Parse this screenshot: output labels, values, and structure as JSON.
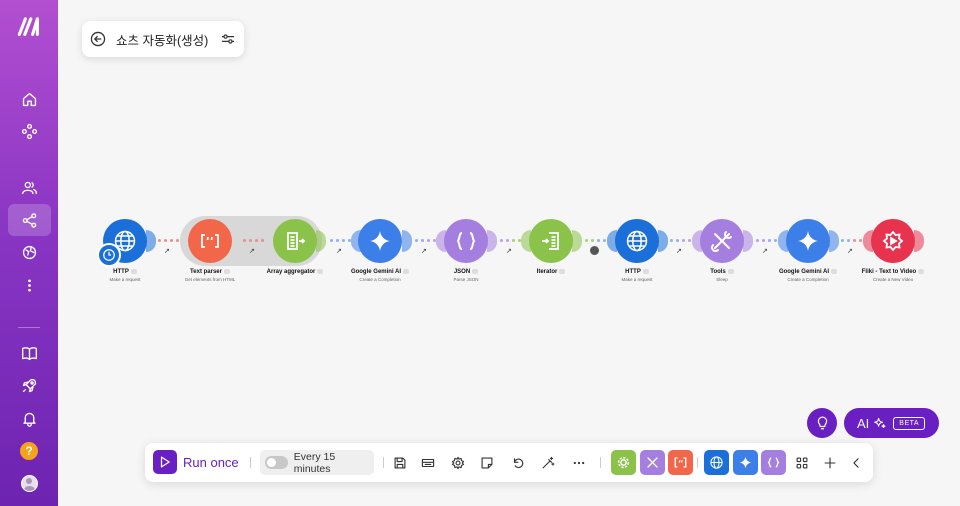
{
  "scenario": {
    "title": "쇼츠 자동화(생성)"
  },
  "modules": [
    {
      "name": "HTTP",
      "sub": "Make a request",
      "color": "#1a6fd8",
      "icon": "globe-icon"
    },
    {
      "name": "Text parser",
      "sub": "Get elements from HTML",
      "color": "#f2664a",
      "icon": "text-parser-icon"
    },
    {
      "name": "Array aggregator",
      "sub": "",
      "color": "#8ac24a",
      "icon": "aggregator-icon"
    },
    {
      "name": "Google Gemini AI",
      "sub": "Create a Completion",
      "color": "#3d7fe8",
      "icon": "gemini-icon"
    },
    {
      "name": "JSON",
      "sub": "Parse JSON",
      "color": "#a47fe0",
      "icon": "json-icon"
    },
    {
      "name": "Iterator",
      "sub": "",
      "color": "#8ac24a",
      "icon": "iterator-icon"
    },
    {
      "name": "HTTP",
      "sub": "Make a request",
      "color": "#1a6fd8",
      "icon": "globe-icon"
    },
    {
      "name": "Tools",
      "sub": "Sleep",
      "color": "#a47fe0",
      "icon": "tools-icon"
    },
    {
      "name": "Google Gemini AI",
      "sub": "Create a Completion",
      "color": "#3d7fe8",
      "icon": "gemini-icon"
    },
    {
      "name": "Fliki - Text to Video",
      "sub": "Create a New Video",
      "color": "#e8334f",
      "icon": "fliki-icon"
    }
  ],
  "ai": {
    "label": "AI",
    "badge": "BETA"
  },
  "toolbar": {
    "run_label": "Run once",
    "schedule_label": "Every 15 minutes"
  },
  "colors": {
    "brand": "#6a1fc2",
    "sidebar_top": "#b24fd0",
    "sidebar_bottom": "#6d24b0"
  }
}
